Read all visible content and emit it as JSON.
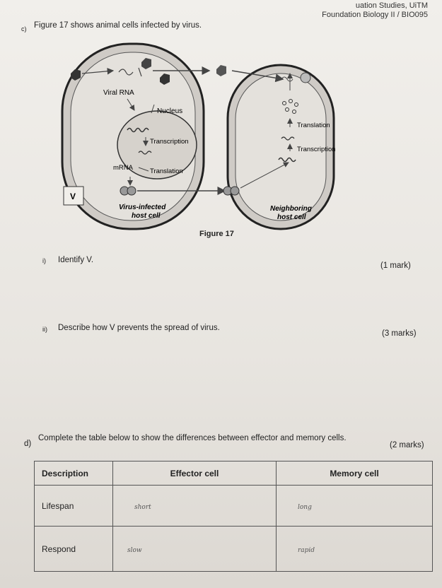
{
  "header": {
    "line1": "uation Studies, UiTM",
    "line2": "Foundation Biology II / BIO095"
  },
  "question_c": {
    "letter": "c)",
    "text": "Figure 17 shows animal cells infected by virus."
  },
  "figure": {
    "caption": "Figure 17",
    "labels": {
      "viral_rna": "Viral RNA",
      "nucleus": "Nucleus",
      "transcription": "Transcription",
      "mrna": "mRNA",
      "translation": "Translation",
      "v": "V",
      "virus_infected_1": "Virus-infected",
      "virus_infected_2": "host cell",
      "neighbor_translation": "Translation",
      "neighbor_transcription": "Transcription",
      "neighboring_1": "Neighboring",
      "neighboring_2": "host cell"
    }
  },
  "sub_i": {
    "num": "i)",
    "text": "Identify V.",
    "marks": "(1 mark)"
  },
  "sub_ii": {
    "num": "ii)",
    "text": "Describe how V prevents the spread of virus.",
    "marks": "(3 marks)"
  },
  "question_d": {
    "letter": "d)",
    "text": "Complete the table below to show the differences between effector and memory cells.",
    "marks": "(2 marks)"
  },
  "table": {
    "headers": [
      "Description",
      "Effector cell",
      "Memory cell"
    ],
    "rows": [
      {
        "label": "Lifespan",
        "effector": "short",
        "memory": "long"
      },
      {
        "label": "Respond",
        "effector": "slow",
        "memory": "rapid"
      }
    ]
  }
}
